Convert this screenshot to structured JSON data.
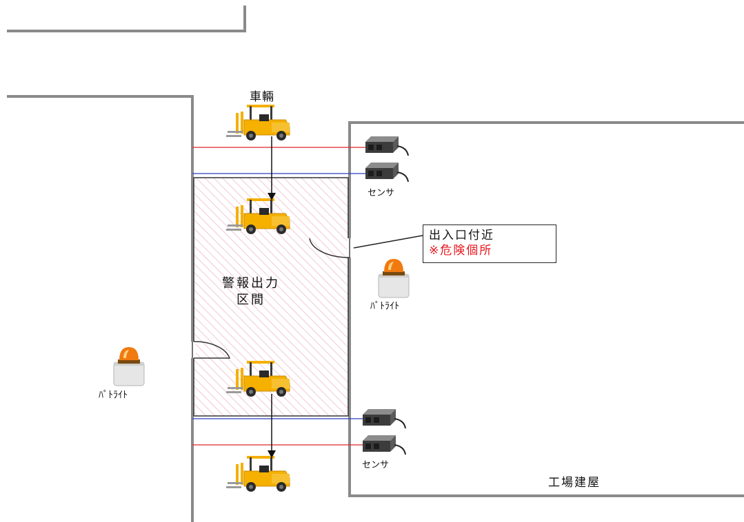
{
  "labels": {
    "vehicle": "車輛",
    "sensor_top": "センサ",
    "sensor_bottom": "センサ",
    "patlight_right": "ﾊﾟﾄﾗｲﾄ",
    "patlight_left": "ﾊﾟﾄﾗｲﾄ",
    "alarm_zone_line1": "警報出力",
    "alarm_zone_line2": "区間",
    "callout_line1": "出入口付近",
    "callout_line2": "※危険個所",
    "factory_building": "工場建屋"
  },
  "colors": {
    "wall": "#8a8a8a",
    "sensor_beam_outer": "#e0242a",
    "sensor_beam_inner": "#2a3fc0",
    "zone_hatch": "#f0b8c8",
    "forklift_body": "#f5b000",
    "forklift_dark": "#2a2a2a",
    "lamp_dome": "#f07a10",
    "lamp_base": "#e4e4e4",
    "sensor_body": "#4a4a4a",
    "callout_warning": "#e8141c"
  },
  "icons": [
    "forklift-icon",
    "sensor-icon",
    "patlight-icon",
    "arrow-down-icon",
    "door-swing-icon"
  ]
}
